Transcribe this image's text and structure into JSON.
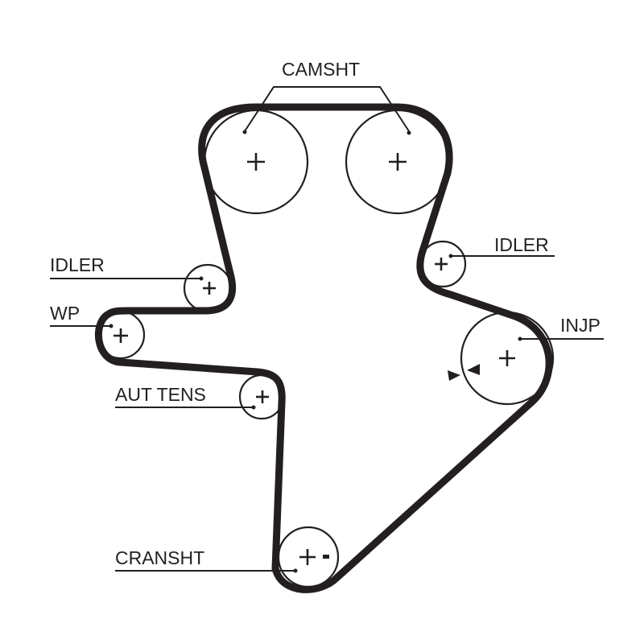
{
  "diagram": {
    "type": "timing-belt-routing",
    "colors": {
      "ink": "#231f20",
      "background": "#ffffff"
    },
    "components": [
      {
        "id": "camshaft-left",
        "label": "CAMSHT",
        "role": "camshaft pulley"
      },
      {
        "id": "camshaft-right",
        "label": "CAMSHT",
        "role": "camshaft pulley"
      },
      {
        "id": "idler-right",
        "label": "IDLER",
        "role": "idler pulley"
      },
      {
        "id": "injection-pump",
        "label": "INJP",
        "role": "injection pump pulley",
        "has_timing_marks": true
      },
      {
        "id": "crankshaft",
        "label": "CRANSHT",
        "role": "crankshaft pulley",
        "symbols": "+ -"
      },
      {
        "id": "auto-tensioner",
        "label": "AUT TENS",
        "role": "automatic tensioner"
      },
      {
        "id": "water-pump",
        "label": "WP",
        "role": "water pump pulley"
      },
      {
        "id": "idler-left",
        "label": "IDLER",
        "role": "idler pulley"
      }
    ],
    "labels": {
      "camsht": "CAMSHT",
      "idler_left": "IDLER",
      "idler_right": "IDLER",
      "wp": "WP",
      "aut_tens": "AUT TENS",
      "injp": "INJP",
      "cransht": "CRANSHT"
    }
  }
}
